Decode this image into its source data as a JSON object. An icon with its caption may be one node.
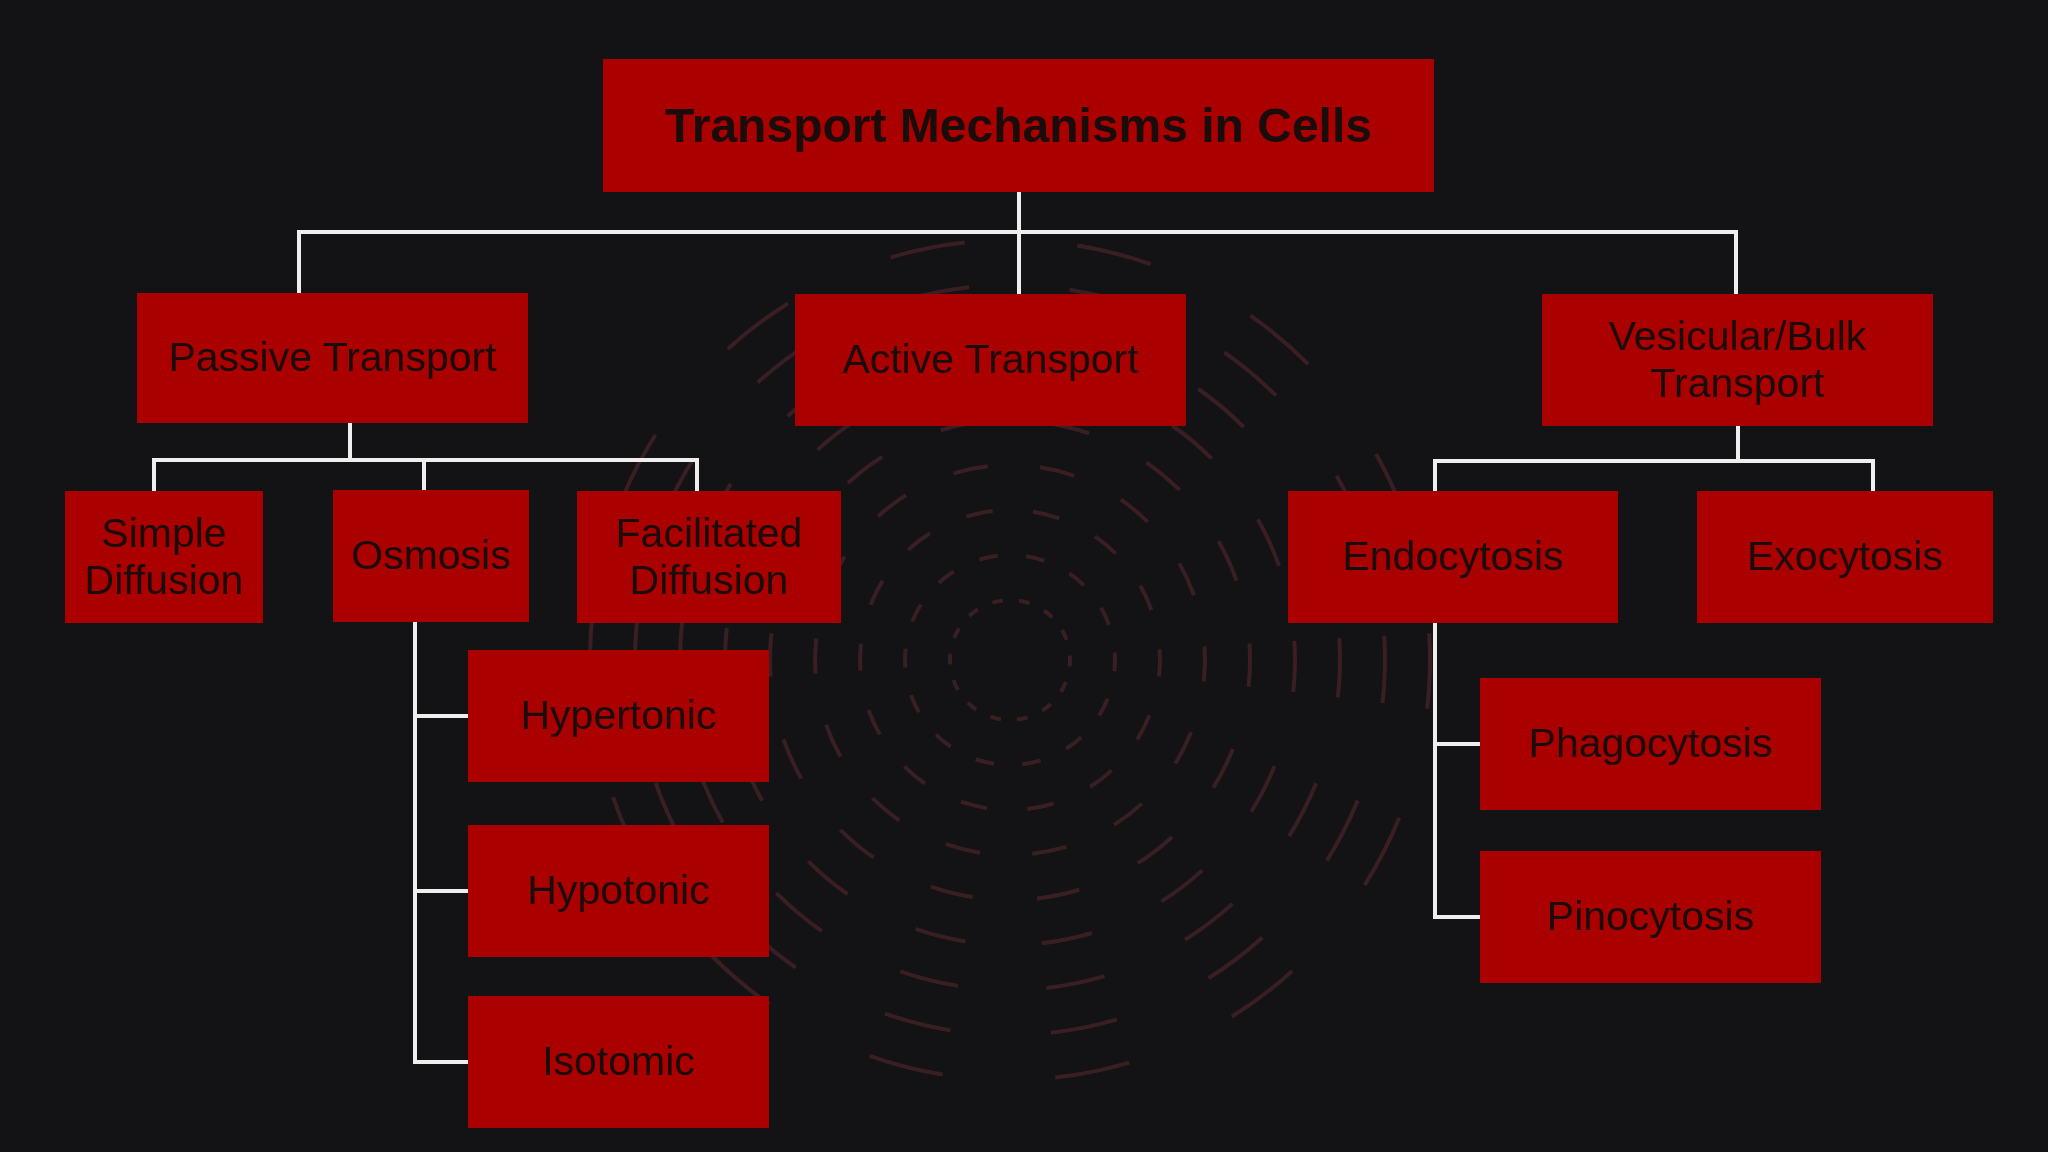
{
  "diagram": {
    "nodes": [
      {
        "text": [
          "Transport Mechanisms in Cells"
        ]
      },
      {
        "text": [
          "Passive Transport"
        ]
      },
      {
        "text": [
          "Active Transport"
        ]
      },
      {
        "text": [
          "Vesicular/Bulk Transport"
        ]
      },
      {
        "text": [
          "Simple Diffusion"
        ]
      },
      {
        "text": [
          "Osmosis"
        ]
      },
      {
        "text": [
          "Facilitated Diffusion"
        ]
      },
      {
        "text": [
          "Endocytosis"
        ]
      },
      {
        "text": [
          "Exocytosis"
        ]
      },
      {
        "text": [
          "Hypertonic"
        ]
      },
      {
        "text": [
          "Hypotonic"
        ]
      },
      {
        "text": [
          "Isotomic"
        ]
      },
      {
        "text": [
          "Phagocytosis"
        ]
      },
      {
        "text": [
          "Pinocytosis"
        ]
      }
    ],
    "edges": [
      {
        "from": 0,
        "to": 1,
        "arrow": "none"
      },
      {
        "from": 0,
        "to": 2,
        "arrow": "none"
      },
      {
        "from": 0,
        "to": 3,
        "arrow": "none"
      },
      {
        "from": 1,
        "to": 4,
        "arrow": "none"
      },
      {
        "from": 1,
        "to": 5,
        "arrow": "none"
      },
      {
        "from": 1,
        "to": 6,
        "arrow": "none"
      },
      {
        "from": 3,
        "to": 7,
        "arrow": "none"
      },
      {
        "from": 3,
        "to": 8,
        "arrow": "none"
      },
      {
        "from": 5,
        "to": 9,
        "arrow": "none"
      },
      {
        "from": 5,
        "to": 10,
        "arrow": "none"
      },
      {
        "from": 5,
        "to": 11,
        "arrow": "none"
      },
      {
        "from": 7,
        "to": 12,
        "arrow": "none"
      },
      {
        "from": 7,
        "to": 13,
        "arrow": "none"
      }
    ]
  }
}
